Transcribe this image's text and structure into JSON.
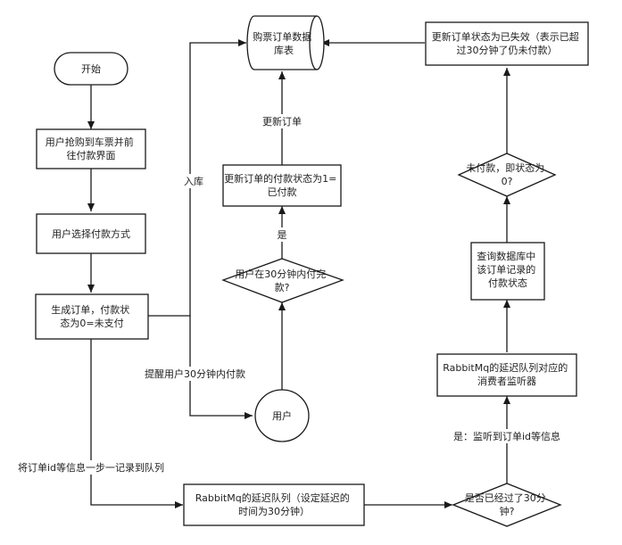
{
  "nodes": {
    "start": "开始",
    "grab_ticket": [
      "用户抢购到车票并前",
      "往付款界面"
    ],
    "choose_payment": "用户选择付款方式",
    "create_order": [
      "生成订单，付款状",
      "态为0=未支付"
    ],
    "database": [
      "购票订单数据",
      "库表"
    ],
    "set_paid": [
      "更新订单的付款状态为1=",
      "已付款"
    ],
    "paid_in_30": [
      "用户在30分钟内付完",
      "款?"
    ],
    "user": "用户",
    "rabbit_queue": [
      "RabbitMq的延迟队列（设定延迟的",
      "时间为30分钟）"
    ],
    "over_30": [
      "是否已经过了30分",
      "钟?"
    ],
    "listener": [
      "RabbitMq的延迟队列对应的",
      "消费者监听器"
    ],
    "query_db": [
      "查询数据库中",
      "该订单记录的",
      "付款状态"
    ],
    "unpaid_check": [
      "未付款，即状态为",
      "0?"
    ],
    "set_expired": [
      "更新订单状态为已失效（表示已超",
      "过30分钟了仍未付款）"
    ]
  },
  "edge_labels": {
    "store": "入库",
    "update_order": "更新订单",
    "yes": "是",
    "remind": "提醒用户30分钟内付款",
    "record_queue": "将订单id等信息一步一记录到队列",
    "yes_listen": "是：监听到订单id等信息"
  }
}
